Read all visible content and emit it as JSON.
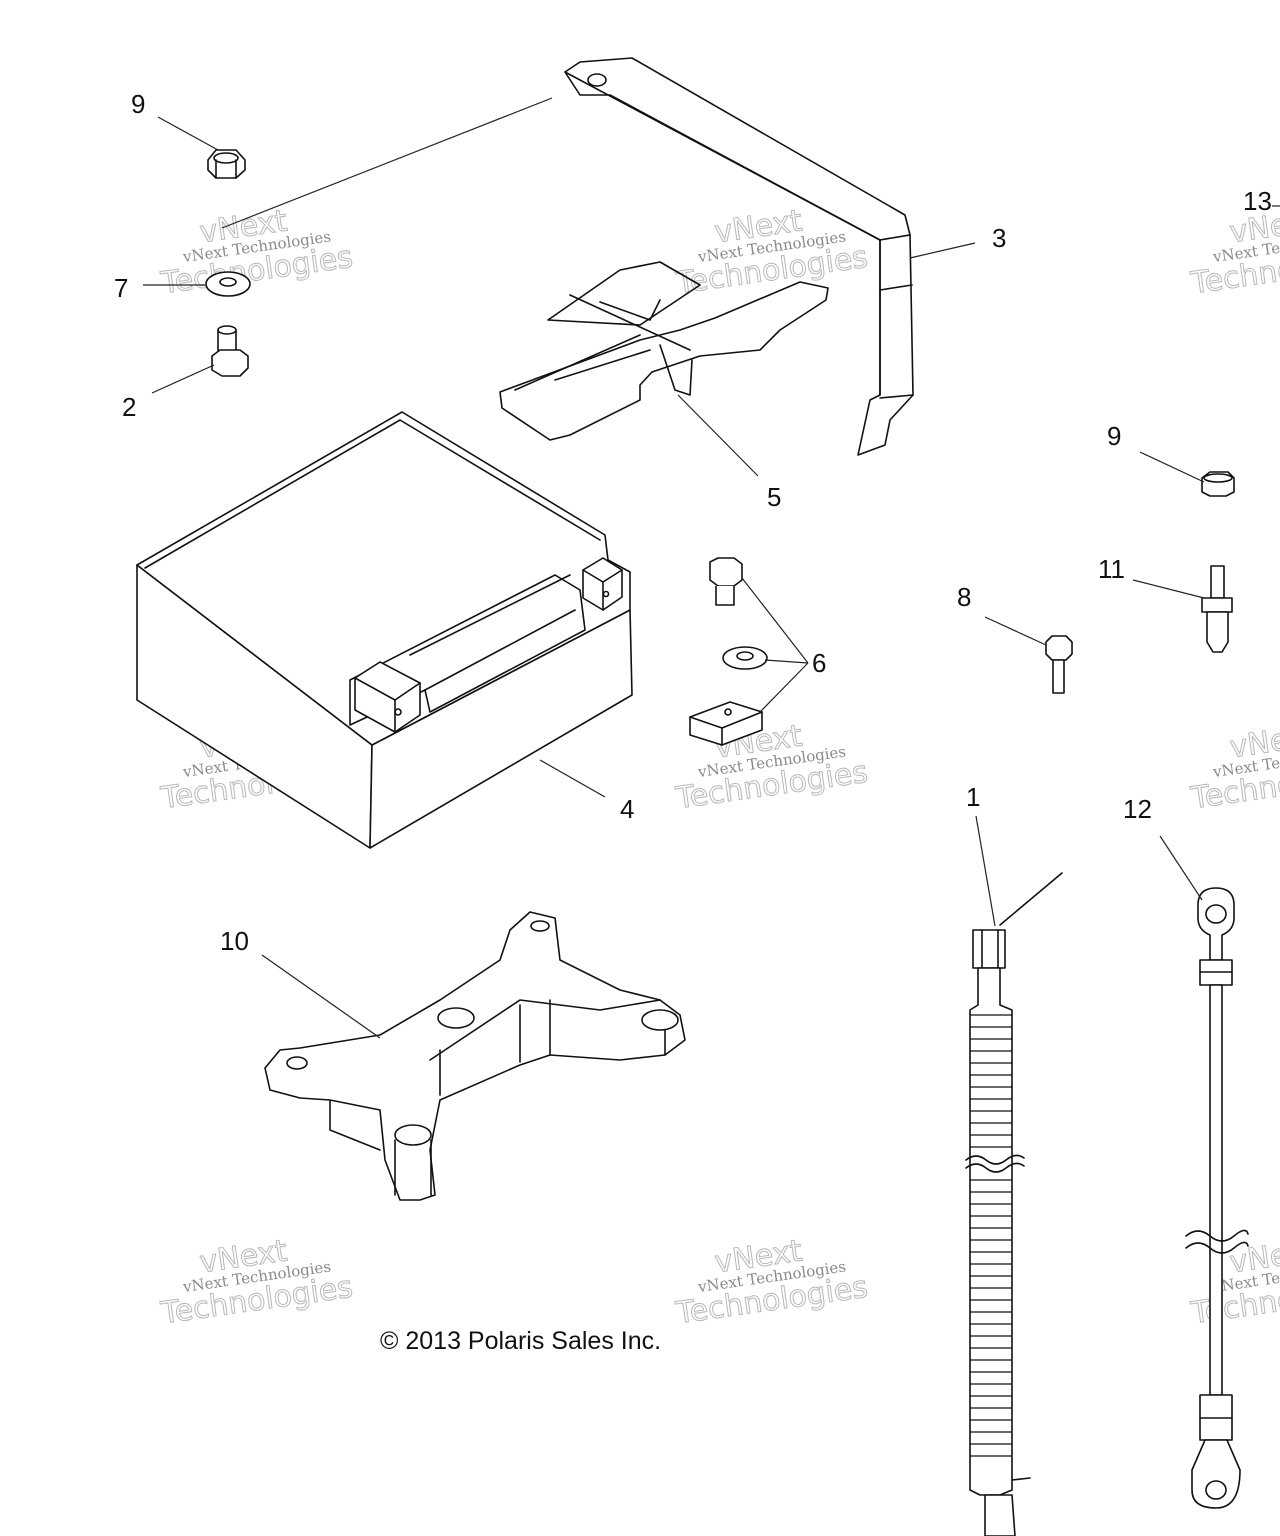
{
  "diagram": {
    "copyright": "© 2013 Polaris Sales Inc.",
    "watermark": {
      "line1": "vNext",
      "line2": "vNext Technologies",
      "line3": "Technologies"
    },
    "parts": [
      {
        "ref": "1",
        "name": "battery-harness"
      },
      {
        "ref": "2",
        "name": "battery-terminal-bolt"
      },
      {
        "ref": "3",
        "name": "battery-hold-down-strap"
      },
      {
        "ref": "4",
        "name": "battery"
      },
      {
        "ref": "5",
        "name": "battery-pad"
      },
      {
        "ref": "6",
        "name": "terminal-hardware-kit"
      },
      {
        "ref": "7",
        "name": "washer"
      },
      {
        "ref": "8",
        "name": "screw"
      },
      {
        "ref": "9",
        "name": "nut"
      },
      {
        "ref": "9",
        "name": "nut-right"
      },
      {
        "ref": "10",
        "name": "battery-bracket"
      },
      {
        "ref": "11",
        "name": "stud"
      },
      {
        "ref": "12",
        "name": "ground-cable"
      },
      {
        "ref": "13",
        "name": "partial-callout"
      }
    ]
  }
}
